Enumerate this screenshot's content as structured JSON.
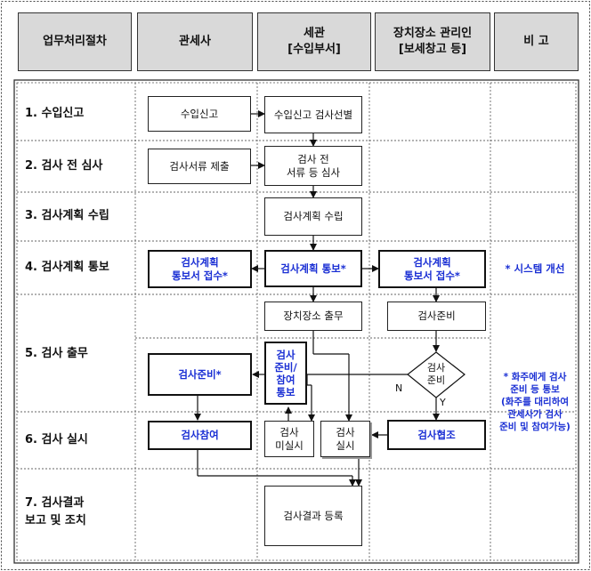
{
  "headers": {
    "procedure": "업무처리절차",
    "broker": "관세사",
    "customs": "세관\n[수입부서]",
    "warehouse": "장치장소 관리인\n[보세창고 등]",
    "remarks": "비  고"
  },
  "steps": {
    "s1": "1. 수입신고",
    "s2": "2. 검사 전 심사",
    "s3": "3. 검사계획 수립",
    "s4": "4. 검사계획 통보",
    "s5": "5. 검사 출무",
    "s6": "6. 검사 실시",
    "s7": "7. 검사결과\n   보고 및 조치"
  },
  "boxes": {
    "import_declaration": "수입신고",
    "inspection_selection": "수입신고 검사선별",
    "submit_documents": "검사서류 제출",
    "pre_review": "검사 전\n서류 등 심사",
    "plan_setup": "검사계획 수립",
    "plan_receipt_broker": "검사계획\n통보서 접수*",
    "plan_notice": "검사계획 통보*",
    "plan_receipt_warehouse": "검사계획\n통보서 접수*",
    "site_dispatch": "장치장소 출무",
    "warehouse_prep": "검사준비",
    "broker_prep": "검사준비*",
    "prep_notice": "검사\n준비/\n참여\n통보",
    "decision": "검사\n준비",
    "broker_attend": "검사참여",
    "not_inspected": "검사\n미실시",
    "inspected": "검사\n실시",
    "cooperation": "검사협조",
    "result_registration": "검사결과 등록"
  },
  "branch_labels": {
    "no": "N",
    "yes": "Y"
  },
  "remarks": {
    "system": "* 시스템 개선",
    "notice": "* 화주에게 검사\n준비 등 통보\n(화주를 대리하여\n관세사가 검사\n준비 및 참여가능)"
  }
}
